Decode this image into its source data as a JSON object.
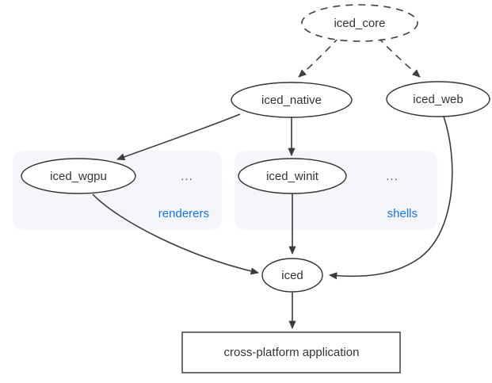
{
  "diagram": {
    "type": "dependency-graph",
    "background_color": "#ffffff",
    "accent_color": "#1673e6",
    "stroke_color": "#333333",
    "cluster_fill": "#f4f6f9",
    "nodes": [
      {
        "id": "iced_core",
        "label": "iced_core",
        "shape": "ellipse",
        "style": "dashed"
      },
      {
        "id": "iced_native",
        "label": "iced_native",
        "shape": "ellipse",
        "style": "solid"
      },
      {
        "id": "iced_web",
        "label": "iced_web",
        "shape": "ellipse",
        "style": "solid"
      },
      {
        "id": "iced_wgpu",
        "label": "iced_wgpu",
        "shape": "ellipse",
        "style": "solid"
      },
      {
        "id": "iced_winit",
        "label": "iced_winit",
        "shape": "ellipse",
        "style": "solid"
      },
      {
        "id": "iced",
        "label": "iced",
        "shape": "ellipse",
        "style": "solid"
      },
      {
        "id": "app",
        "label": "cross-platform application",
        "shape": "rectangle",
        "style": "solid"
      }
    ],
    "clusters": [
      {
        "id": "renderers",
        "label": "renderers",
        "ellipsis": "..."
      },
      {
        "id": "shells",
        "label": "shells",
        "ellipsis": "..."
      }
    ],
    "edges": [
      {
        "from": "iced_core",
        "to": "iced_native",
        "style": "dashed"
      },
      {
        "from": "iced_core",
        "to": "iced_web",
        "style": "dashed"
      },
      {
        "from": "iced_native",
        "to": "iced_wgpu",
        "style": "solid"
      },
      {
        "from": "iced_native",
        "to": "iced_winit",
        "style": "solid"
      },
      {
        "from": "iced_wgpu",
        "to": "iced",
        "style": "solid"
      },
      {
        "from": "iced_winit",
        "to": "iced",
        "style": "solid"
      },
      {
        "from": "iced_web",
        "to": "iced",
        "style": "solid"
      },
      {
        "from": "iced",
        "to": "app",
        "style": "solid"
      }
    ]
  }
}
